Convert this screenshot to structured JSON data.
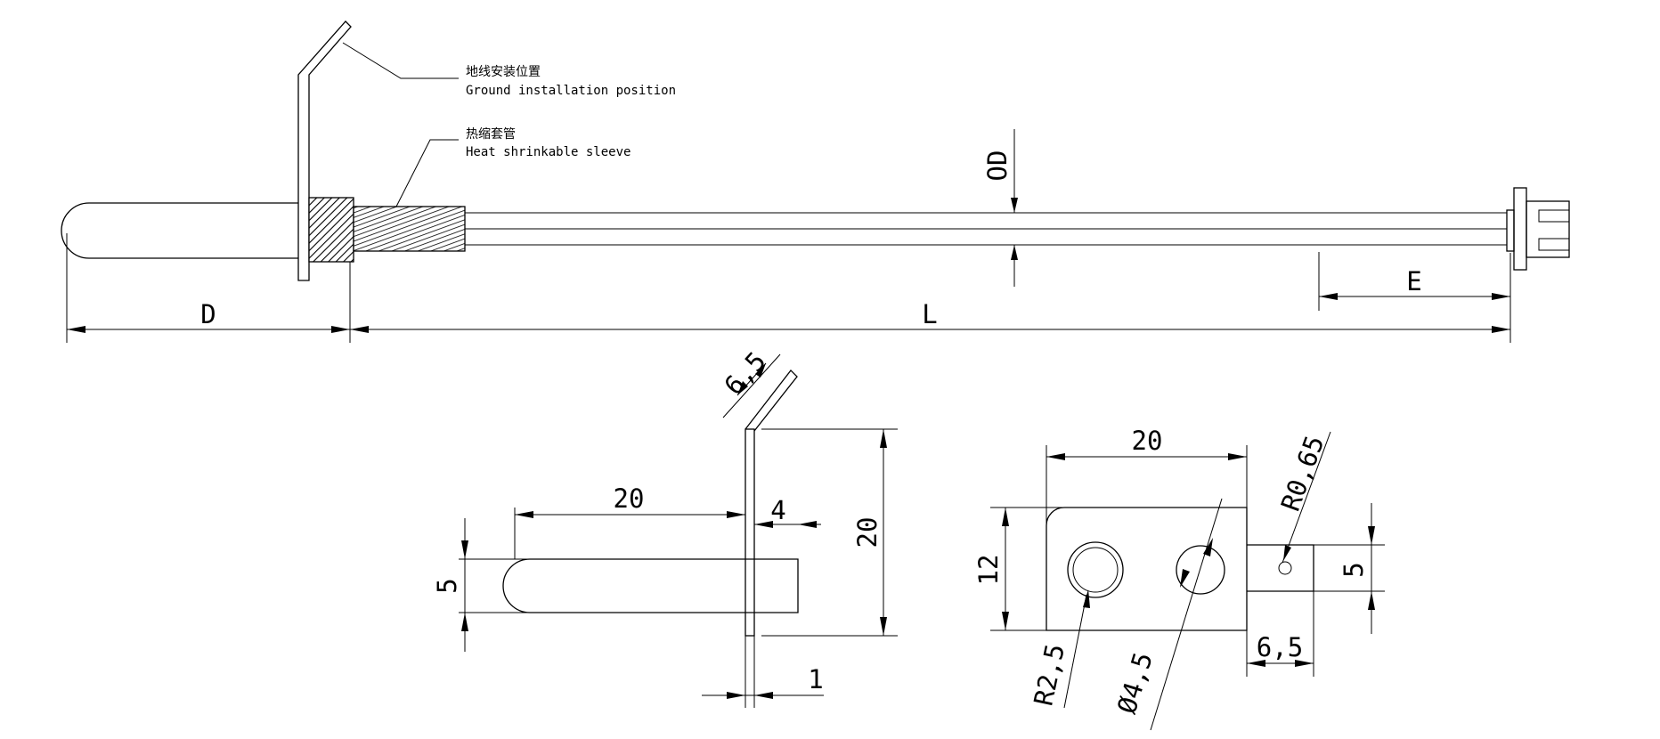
{
  "drawing": {
    "annotations": {
      "ground_cn": "地线安装位置",
      "ground_en": "Ground installation position",
      "sleeve_cn": "热缩套管",
      "sleeve_en": "Heat shrinkable sleeve"
    },
    "main_view": {
      "dim_od": "OD",
      "dim_d": "D",
      "dim_l": "L",
      "dim_e": "E"
    },
    "side_view": {
      "dim_tab_angle": "6,5",
      "dim_tube_length": "20",
      "dim_offset": "4",
      "dim_plate_height": "20",
      "dim_tube_dia": "5",
      "dim_thickness": "1"
    },
    "front_view": {
      "dim_plate_width": "20",
      "dim_plate_height": "12",
      "dim_hole_r": "R2,5",
      "dim_hole_dia": "Ø4,5",
      "dim_tab_r": "R0,65",
      "dim_tab_width": "5",
      "dim_tab_length": "6,5"
    }
  }
}
